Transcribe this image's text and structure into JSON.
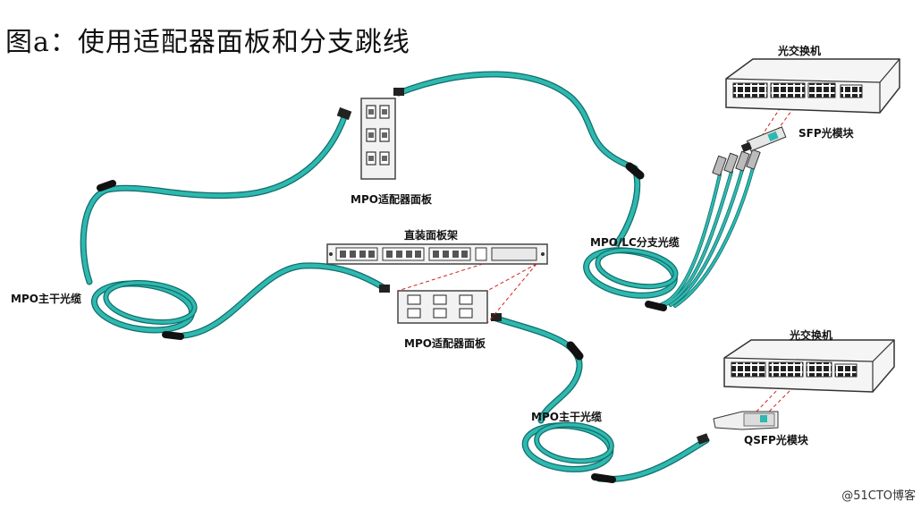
{
  "title": "图a：使用适配器面板和分支跳线",
  "labels": {
    "switch_top": "光交换机",
    "switch_bottom": "光交换机",
    "sfp_module": "SFP光模块",
    "qsfp_module": "QSFP光模块",
    "mpo_panel_top": "MPO适配器面板",
    "mpo_panel_bottom": "MPO适配器面板",
    "rack": "直装面板架",
    "breakout_cable": "MPO/LC分支光缆",
    "trunk_left": "MPO主干光缆",
    "trunk_bottom": "MPO主干光缆"
  },
  "watermark": "@51CTO博客",
  "colors": {
    "cable": "#2fb8b0",
    "cable_dark": "#0f6e69",
    "boot": "#111111",
    "dashed": "#d02020"
  }
}
